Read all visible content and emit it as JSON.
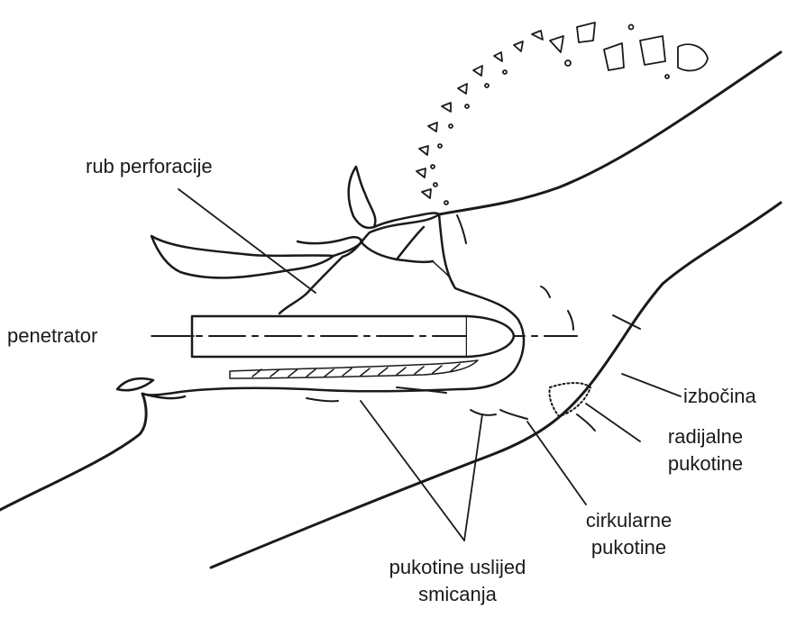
{
  "labels": {
    "edge": "rub perforacije",
    "penetrator": "penetrator",
    "bulge": "izbočina",
    "radial": [
      "radijalne",
      "pukotine"
    ],
    "circular": [
      "cirkularne",
      "pukotine"
    ],
    "shear": [
      "pukotine uslijed",
      "smicanja"
    ]
  },
  "colors": {
    "ink": "#1a1a1a",
    "background": "#ffffff"
  }
}
